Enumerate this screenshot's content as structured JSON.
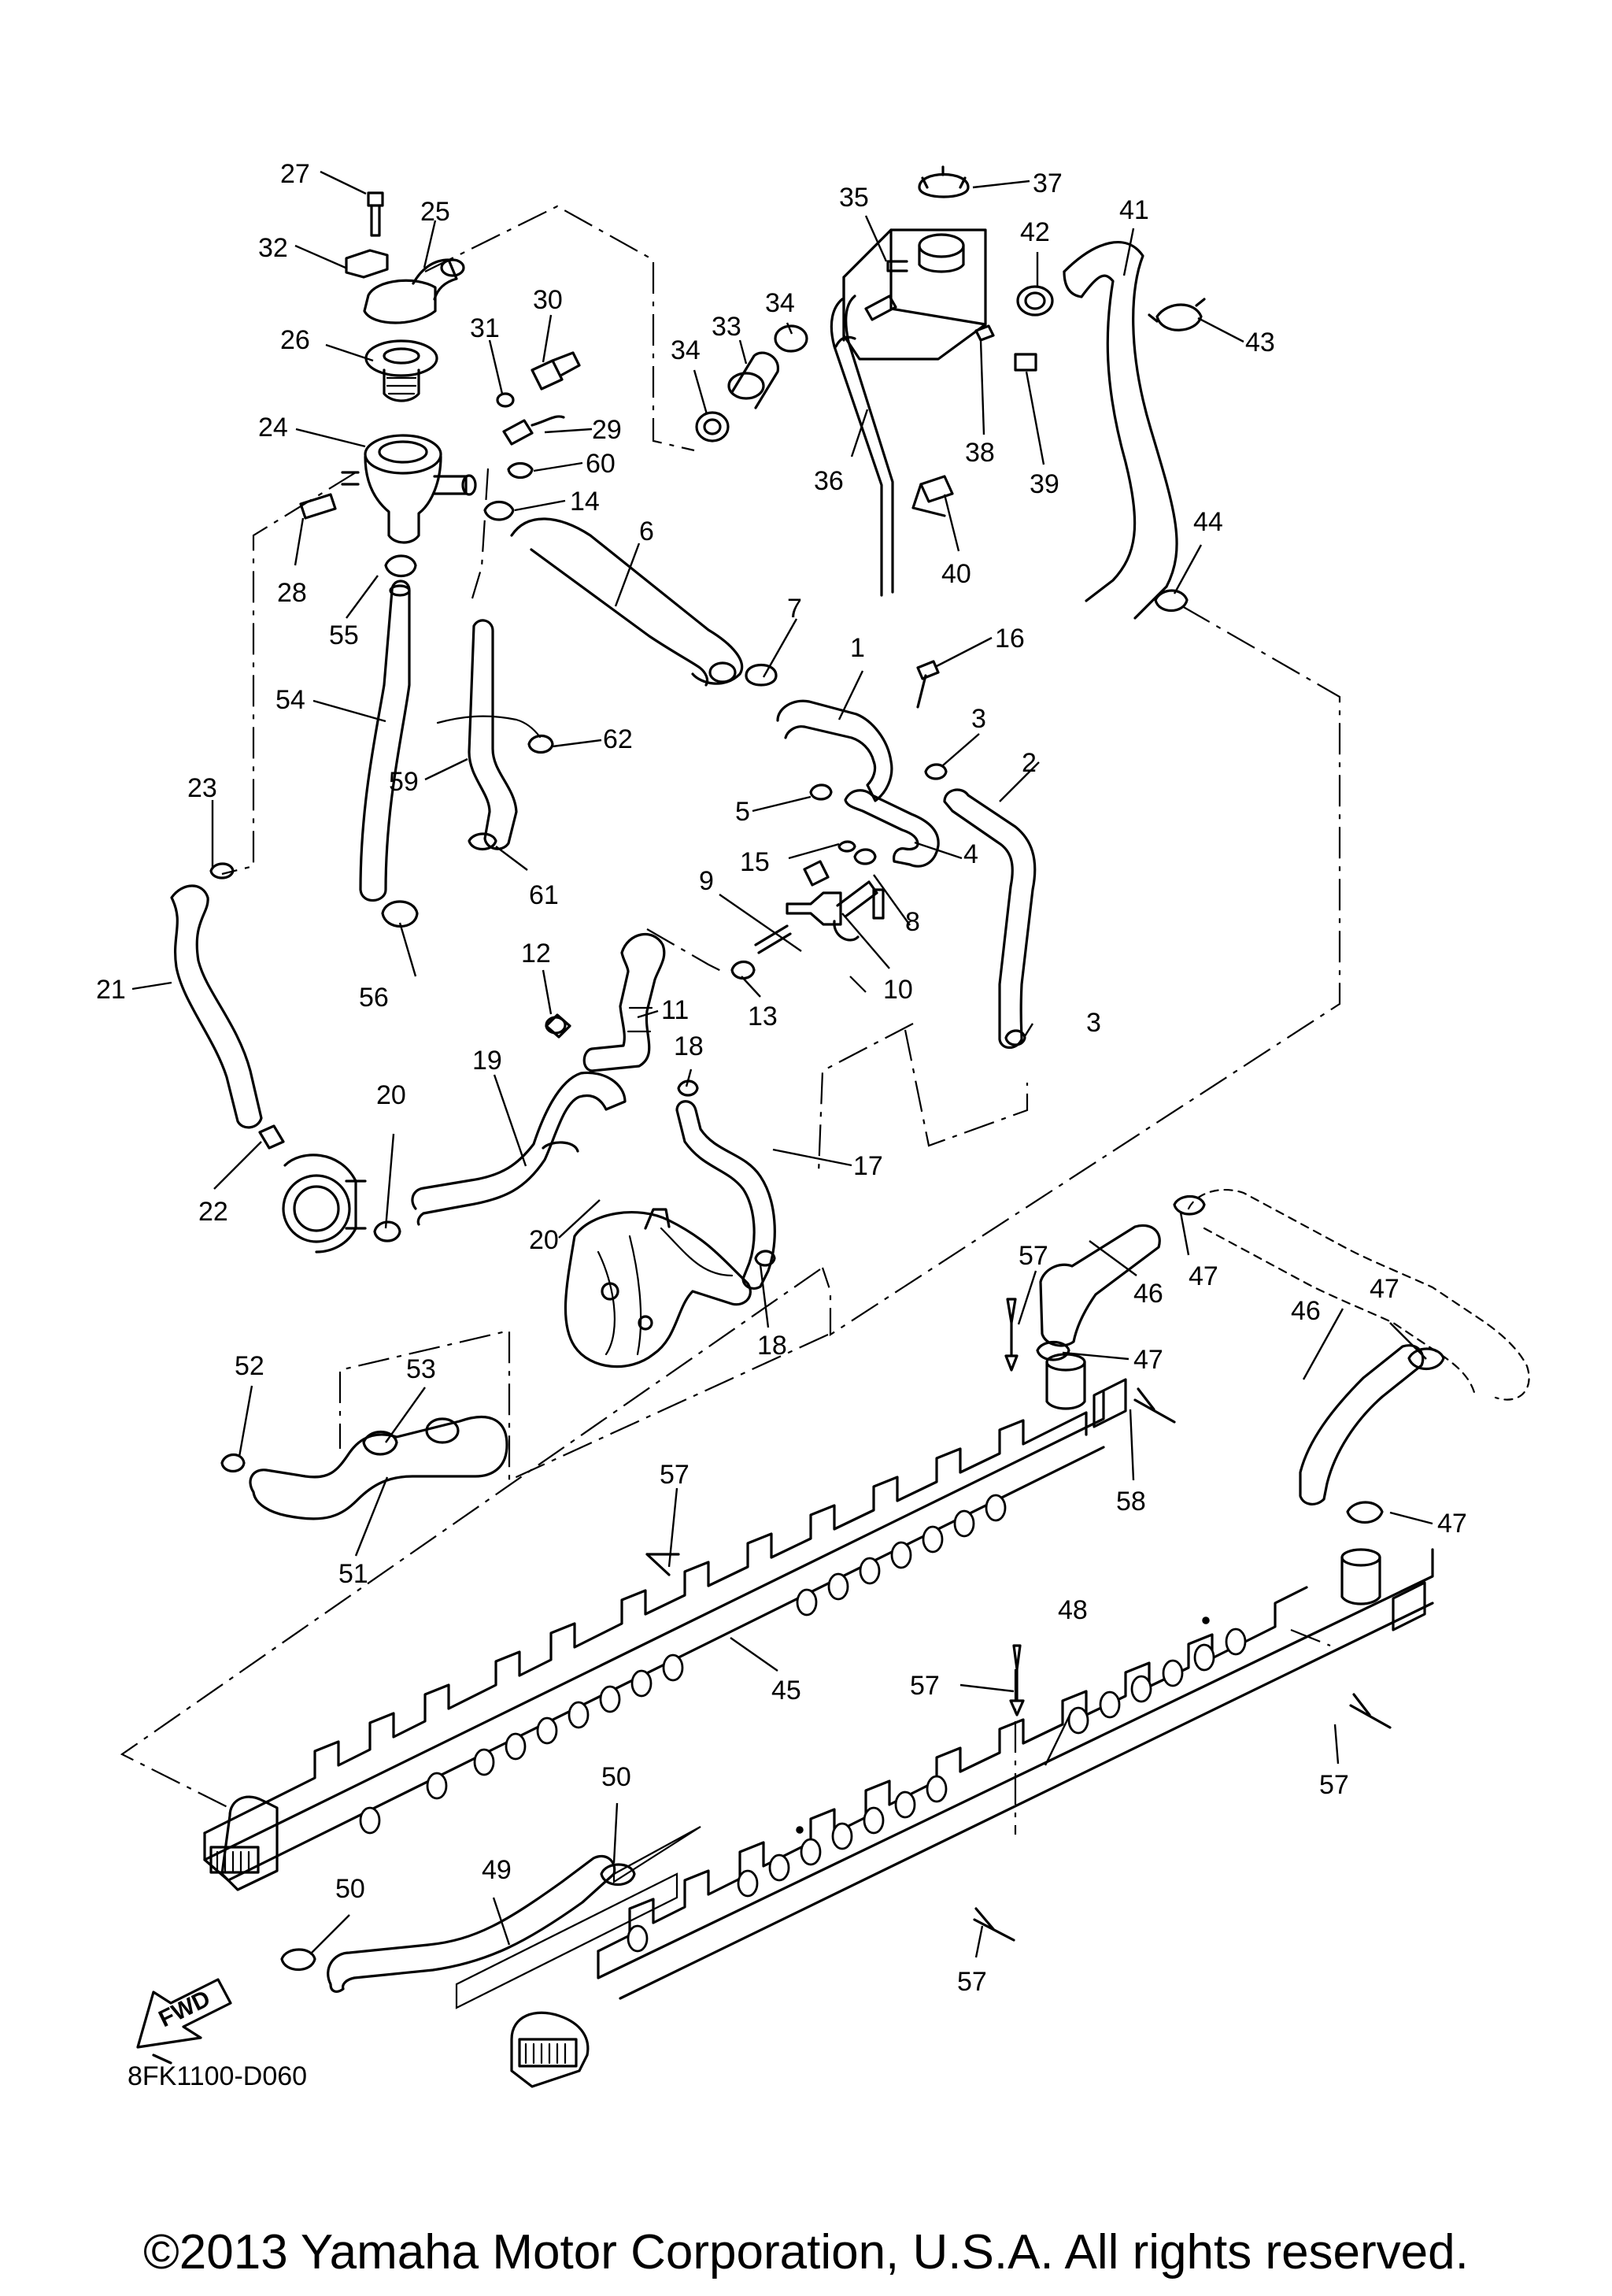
{
  "diagram": {
    "code": "8FK1100-D060",
    "copyright": "©2013 Yamaha Motor Corporation, U.S.A. All rights reserved.",
    "fwd_label": "FWD",
    "callouts": [
      "27",
      "25",
      "32",
      "26",
      "31",
      "30",
      "24",
      "29",
      "60",
      "14",
      "28",
      "55",
      "54",
      "6",
      "23",
      "59",
      "62",
      "61",
      "21",
      "22",
      "20",
      "19",
      "12",
      "11",
      "13",
      "9",
      "10",
      "8",
      "15",
      "5",
      "4",
      "3",
      "1",
      "16",
      "2",
      "7",
      "33",
      "34",
      "34",
      "35",
      "37",
      "36",
      "40",
      "38",
      "39",
      "42",
      "41",
      "43",
      "44",
      "18",
      "17",
      "20",
      "18",
      "3",
      "52",
      "53",
      "51",
      "57",
      "46",
      "47",
      "47",
      "58",
      "57",
      "45",
      "47",
      "46",
      "47",
      "48",
      "57",
      "57",
      "49",
      "50",
      "50",
      "57",
      "56"
    ]
  }
}
